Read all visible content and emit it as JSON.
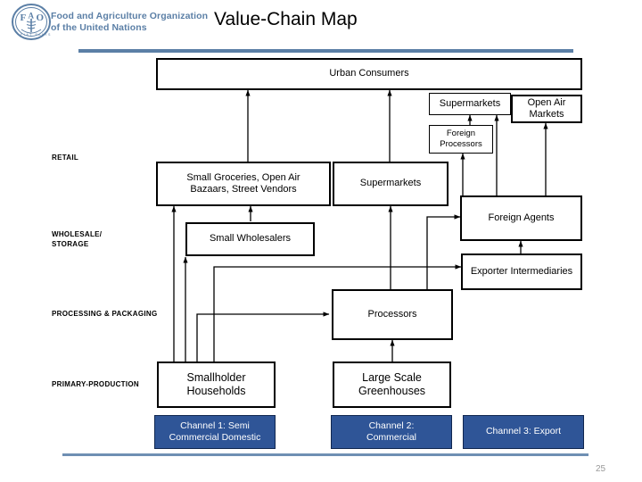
{
  "header": {
    "logo_icon": "fao-emblem-icon",
    "organization": "Food and Agriculture Organization\nof the United Nations",
    "organization_line1": "Food and Agriculture Organization",
    "organization_line2": "of the United Nations",
    "title": "Value-Chain Map",
    "rule_color": "#5b7fa6"
  },
  "footer": {
    "page_number": "25",
    "rule_color": "#6f8fb3"
  },
  "diagram": {
    "stage_labels": [
      {
        "id": "retail",
        "text": "RETAIL"
      },
      {
        "id": "wholesale-storage",
        "text": "WHOLESALE/\nSTORAGE"
      },
      {
        "id": "processing-packaging",
        "text": "PROCESSING & PACKAGING"
      },
      {
        "id": "primary-production",
        "text": "PRIMARY-PRODUCTION"
      }
    ],
    "nodes": [
      {
        "id": "urban-consumers",
        "label": "Urban Consumers"
      },
      {
        "id": "supermarkets-foreign",
        "label": "Supermarkets"
      },
      {
        "id": "open-air-markets",
        "label": "Open Air\nMarkets"
      },
      {
        "id": "foreign-processors",
        "label": "Foreign\nProcessors"
      },
      {
        "id": "small-groceries",
        "label": "Small Groceries, Open Air\nBazaars, Street Vendors"
      },
      {
        "id": "supermarkets",
        "label": "Supermarkets"
      },
      {
        "id": "foreign-agents",
        "label": "Foreign Agents"
      },
      {
        "id": "small-wholesalers",
        "label": "Small Wholesalers"
      },
      {
        "id": "exporter-intermediaries",
        "label": "Exporter Intermediaries"
      },
      {
        "id": "processors",
        "label": "Processors"
      },
      {
        "id": "smallholder-households",
        "label": "Smallholder\nHouseholds"
      },
      {
        "id": "large-scale-greenhouses",
        "label": "Large Scale\nGreenhouses"
      }
    ],
    "channels": [
      {
        "id": "channel-1",
        "label": "Channel 1: Semi\nCommercial Domestic"
      },
      {
        "id": "channel-2",
        "label": "Channel 2:\nCommercial"
      },
      {
        "id": "channel-3",
        "label": "Channel 3: Export"
      }
    ],
    "channel_color": "#2f5597",
    "flows": [
      "smallholder-households -> small-groceries",
      "smallholder-households -> small-wholesalers",
      "smallholder-households -> processors",
      "smallholder-households -> exporter-intermediaries",
      "small-wholesalers -> small-groceries",
      "small-groceries -> urban-consumers",
      "supermarkets -> urban-consumers",
      "large-scale-greenhouses -> processors",
      "processors -> supermarkets",
      "processors -> foreign-agents",
      "exporter-intermediaries -> foreign-agents",
      "foreign-agents -> foreign-processors",
      "foreign-agents -> supermarkets-foreign",
      "foreign-agents -> open-air-markets",
      "foreign-processors -> supermarkets-foreign"
    ]
  }
}
